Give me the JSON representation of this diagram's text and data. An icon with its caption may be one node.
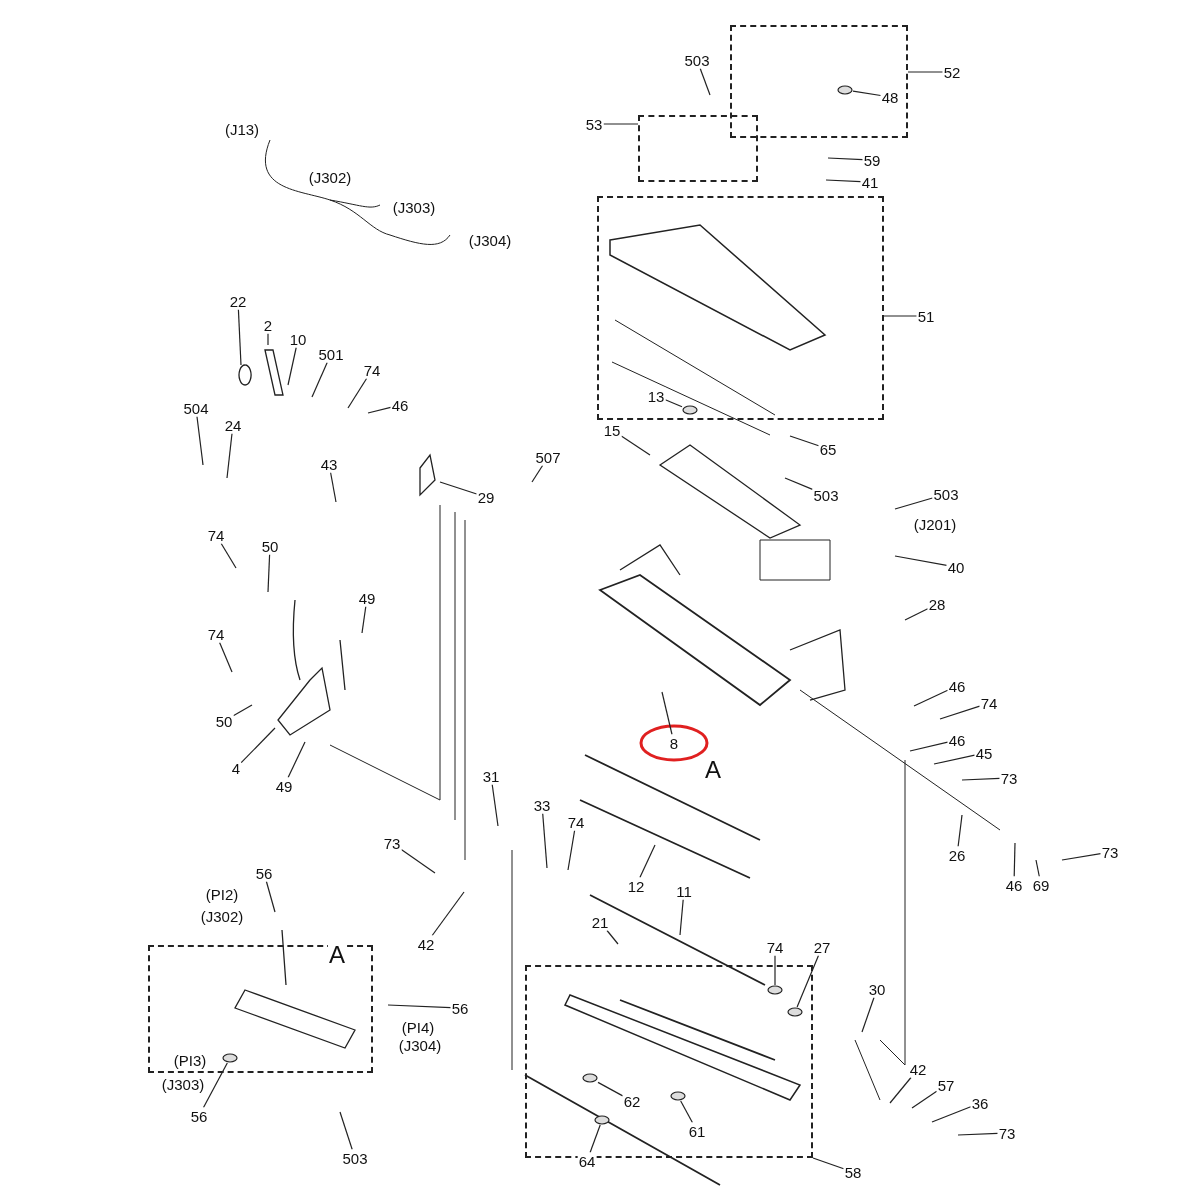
{
  "diagram": {
    "nodes": [
      {
        "text": [],
        "shape": "box"
      },
      {
        "text": [
          "503"
        ]
      },
      {
        "text": [
          "52"
        ]
      },
      {
        "text": [
          "48"
        ],
        "in": 0
      },
      {
        "text": [],
        "shape": "box"
      },
      {
        "text": [
          "53"
        ]
      },
      {
        "text": [
          "59"
        ]
      },
      {
        "text": [
          "41"
        ]
      },
      {
        "text": [],
        "shape": "box"
      },
      {
        "text": [
          "51"
        ]
      },
      {
        "text": [
          "22"
        ]
      },
      {
        "text": [
          "2"
        ]
      },
      {
        "text": [
          "10"
        ]
      },
      {
        "text": [
          "501"
        ]
      },
      {
        "text": [
          "74"
        ]
      },
      {
        "text": [
          "46"
        ]
      },
      {
        "text": [
          "13"
        ],
        "in": 8
      },
      {
        "text": [
          "504"
        ]
      },
      {
        "text": [
          "24"
        ]
      },
      {
        "text": [
          "15"
        ]
      },
      {
        "text": [
          "65"
        ]
      },
      {
        "text": [
          "507"
        ]
      },
      {
        "text": [
          "43"
        ]
      },
      {
        "text": [
          "503"
        ]
      },
      {
        "text": [
          "503"
        ]
      },
      {
        "text": [
          "29"
        ]
      },
      {
        "text": [
          "74"
        ]
      },
      {
        "text": [
          "50"
        ]
      },
      {
        "text": [
          "40"
        ]
      },
      {
        "text": [
          "49"
        ]
      },
      {
        "text": [
          "28"
        ]
      },
      {
        "text": [
          "74"
        ]
      },
      {
        "text": [
          "46"
        ]
      },
      {
        "text": [
          "74"
        ]
      },
      {
        "text": [
          "50"
        ]
      },
      {
        "text": [
          "8"
        ]
      },
      {
        "text": [
          "46"
        ]
      },
      {
        "text": [
          "45"
        ]
      },
      {
        "text": [
          "4"
        ]
      },
      {
        "text": [
          "31"
        ]
      },
      {
        "text": [
          "73"
        ]
      },
      {
        "text": [
          "49"
        ]
      },
      {
        "text": [
          "33"
        ]
      },
      {
        "text": [
          "74"
        ]
      },
      {
        "text": [
          "73"
        ]
      },
      {
        "text": [
          "73"
        ]
      },
      {
        "text": [
          "26"
        ]
      },
      {
        "text": [
          "56"
        ]
      },
      {
        "text": [
          "46"
        ]
      },
      {
        "text": [
          "69"
        ]
      },
      {
        "text": [
          "12"
        ]
      },
      {
        "text": [
          "11"
        ]
      },
      {
        "text": [
          "21"
        ]
      },
      {
        "text": [
          "42"
        ]
      },
      {
        "text": [],
        "shape": "box"
      },
      {
        "text": [
          "74"
        ]
      },
      {
        "text": [
          "27"
        ]
      },
      {
        "text": [
          "30"
        ]
      },
      {
        "text": [
          "56"
        ]
      },
      {
        "text": [],
        "shape": "box"
      },
      {
        "text": [
          "42"
        ]
      },
      {
        "text": [
          "57"
        ]
      },
      {
        "text": [
          "36"
        ]
      },
      {
        "text": [
          "62"
        ],
        "in": 59
      },
      {
        "text": [
          "56"
        ]
      },
      {
        "text": [
          "61"
        ],
        "in": 59
      },
      {
        "text": [
          "73"
        ]
      },
      {
        "text": [
          "503"
        ]
      },
      {
        "text": [
          "64"
        ]
      },
      {
        "text": [
          "58"
        ]
      },
      {
        "text": [],
        "shape": "circle",
        "in": 0
      },
      {
        "text": [],
        "shape": "circle",
        "in": 8
      },
      {
        "text": [],
        "shape": "circle",
        "in": 54
      },
      {
        "text": [],
        "shape": "circle",
        "in": 59
      },
      {
        "text": [],
        "shape": "circle",
        "in": 59
      },
      {
        "text": [],
        "shape": "circle",
        "in": 59
      },
      {
        "text": [],
        "shape": "circle",
        "in": 59
      },
      {
        "text": [],
        "shape": "circle",
        "in": 59
      }
    ],
    "edges": [
      {
        "from": 1,
        "to": null,
        "arrow": "none"
      },
      {
        "from": 2,
        "to": 0,
        "arrow": "none"
      },
      {
        "from": 3,
        "to": 70,
        "arrow": "none"
      },
      {
        "from": 5,
        "to": 4,
        "arrow": "none"
      },
      {
        "from": 6,
        "to": null,
        "arrow": "none"
      },
      {
        "from": 7,
        "to": null,
        "arrow": "none"
      },
      {
        "from": 9,
        "to": 8,
        "arrow": "none"
      },
      {
        "from": 10,
        "to": null,
        "arrow": "none"
      },
      {
        "from": 11,
        "to": null,
        "arrow": "none"
      },
      {
        "from": 12,
        "to": null,
        "arrow": "none"
      },
      {
        "from": 13,
        "to": null,
        "arrow": "none"
      },
      {
        "from": 14,
        "to": null,
        "arrow": "none"
      },
      {
        "from": 15,
        "to": null,
        "arrow": "none"
      },
      {
        "from": 16,
        "to": 71,
        "arrow": "none"
      },
      {
        "from": 17,
        "to": null,
        "arrow": "none"
      },
      {
        "from": 18,
        "to": null,
        "arrow": "none"
      },
      {
        "from": 19,
        "to": null,
        "arrow": "none"
      },
      {
        "from": 20,
        "to": null,
        "arrow": "none"
      },
      {
        "from": 21,
        "to": null,
        "arrow": "none"
      },
      {
        "from": 22,
        "to": null,
        "arrow": "none"
      },
      {
        "from": 23,
        "to": null,
        "arrow": "none"
      },
      {
        "from": 24,
        "to": null,
        "arrow": "none"
      },
      {
        "from": 25,
        "to": null,
        "arrow": "none"
      },
      {
        "from": 26,
        "to": null,
        "arrow": "none"
      },
      {
        "from": 27,
        "to": null,
        "arrow": "none"
      },
      {
        "from": 28,
        "to": null,
        "arrow": "none"
      },
      {
        "from": 29,
        "to": null,
        "arrow": "none"
      },
      {
        "from": 30,
        "to": null,
        "arrow": "none"
      },
      {
        "from": 31,
        "to": null,
        "arrow": "none"
      },
      {
        "from": 32,
        "to": null,
        "arrow": "none"
      },
      {
        "from": 33,
        "to": null,
        "arrow": "none"
      },
      {
        "from": 34,
        "to": null,
        "arrow": "none"
      },
      {
        "from": 35,
        "to": null,
        "arrow": "none"
      },
      {
        "from": 36,
        "to": null,
        "arrow": "none"
      },
      {
        "from": 37,
        "to": null,
        "arrow": "none"
      },
      {
        "from": 38,
        "to": null,
        "arrow": "none"
      },
      {
        "from": 39,
        "to": null,
        "arrow": "none"
      },
      {
        "from": 40,
        "to": null,
        "arrow": "none"
      },
      {
        "from": 41,
        "to": null,
        "arrow": "none"
      },
      {
        "from": 42,
        "to": null,
        "arrow": "none"
      },
      {
        "from": 43,
        "to": null,
        "arrow": "none"
      },
      {
        "from": 44,
        "to": null,
        "arrow": "none"
      },
      {
        "from": 45,
        "to": null,
        "arrow": "none"
      },
      {
        "from": 46,
        "to": null,
        "arrow": "none"
      },
      {
        "from": 47,
        "to": null,
        "arrow": "none"
      },
      {
        "from": 48,
        "to": null,
        "arrow": "none"
      },
      {
        "from": 49,
        "to": null,
        "arrow": "none"
      },
      {
        "from": 50,
        "to": null,
        "arrow": "none"
      },
      {
        "from": 51,
        "to": null,
        "arrow": "none"
      },
      {
        "from": 52,
        "to": null,
        "arrow": "none"
      },
      {
        "from": 53,
        "to": null,
        "arrow": "none"
      },
      {
        "from": 55,
        "to": 73,
        "arrow": "none"
      },
      {
        "from": 56,
        "to": 74,
        "arrow": "none"
      },
      {
        "from": 57,
        "to": null,
        "arrow": "none"
      },
      {
        "from": 58,
        "to": null,
        "arrow": "none"
      },
      {
        "from": 60,
        "to": null,
        "arrow": "none"
      },
      {
        "from": 61,
        "to": null,
        "arrow": "none"
      },
      {
        "from": 62,
        "to": null,
        "arrow": "none"
      },
      {
        "from": 63,
        "to": 75,
        "arrow": "none"
      },
      {
        "from": 64,
        "to": 72,
        "arrow": "none"
      },
      {
        "from": 65,
        "to": 76,
        "arrow": "none"
      },
      {
        "from": 66,
        "to": null,
        "arrow": "none"
      },
      {
        "from": 67,
        "to": null,
        "arrow": "none"
      },
      {
        "from": 68,
        "to": 77,
        "arrow": "none"
      },
      {
        "from": 69,
        "to": 59,
        "arrow": "none"
      }
    ],
    "labels": [
      "(J13)",
      "(J302)",
      "(J303)",
      "(J304)",
      "(J201)",
      "A",
      "(PI2)",
      "(J302)",
      "A",
      "(PI4)",
      "(J304)",
      "(PI3)",
      "(J303)"
    ]
  }
}
